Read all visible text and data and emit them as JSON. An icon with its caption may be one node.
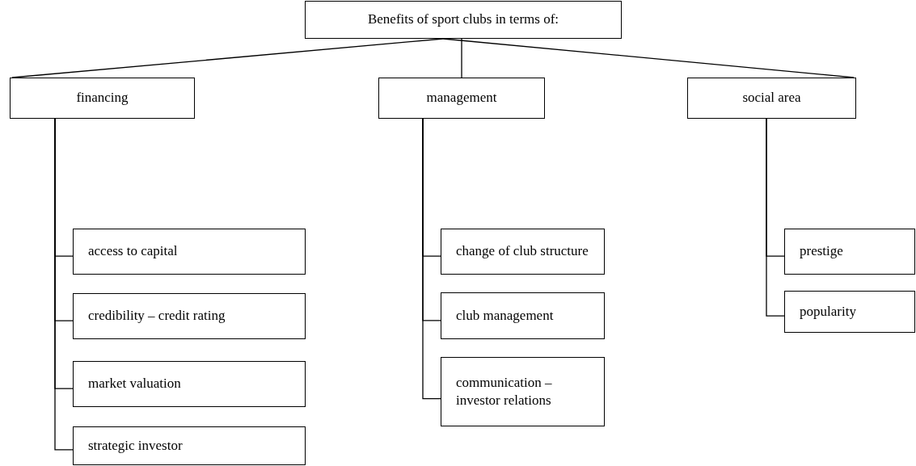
{
  "diagram": {
    "nodes": [
      {
        "text": [
          "Benefits of sport clubs in terms of:"
        ]
      },
      {
        "text": [
          "financing"
        ]
      },
      {
        "text": [
          "management"
        ]
      },
      {
        "text": [
          "social area"
        ]
      },
      {
        "text": [
          "access to capital"
        ]
      },
      {
        "text": [
          "credibility – credit rating"
        ]
      },
      {
        "text": [
          "market valuation"
        ]
      },
      {
        "text": [
          "strategic investor"
        ]
      },
      {
        "text": [
          "change of club structure"
        ]
      },
      {
        "text": [
          "club management"
        ]
      },
      {
        "text": [
          "communication – investor relations"
        ]
      },
      {
        "text": [
          "prestige"
        ]
      },
      {
        "text": [
          "popularity"
        ]
      }
    ],
    "edges": [
      {
        "from": 0,
        "to": 1,
        "arrow": "none"
      },
      {
        "from": 0,
        "to": 2,
        "arrow": "none"
      },
      {
        "from": 0,
        "to": 3,
        "arrow": "none"
      },
      {
        "from": 1,
        "to": 4,
        "arrow": "none"
      },
      {
        "from": 1,
        "to": 5,
        "arrow": "none"
      },
      {
        "from": 1,
        "to": 6,
        "arrow": "none"
      },
      {
        "from": 1,
        "to": 7,
        "arrow": "none"
      },
      {
        "from": 2,
        "to": 8,
        "arrow": "none"
      },
      {
        "from": 2,
        "to": 9,
        "arrow": "none"
      },
      {
        "from": 2,
        "to": 10,
        "arrow": "none"
      },
      {
        "from": 3,
        "to": 11,
        "arrow": "none"
      },
      {
        "from": 3,
        "to": 12,
        "arrow": "none"
      }
    ]
  }
}
